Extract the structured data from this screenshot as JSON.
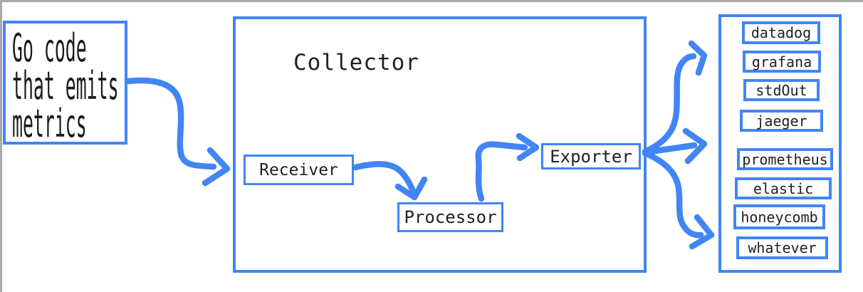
{
  "source_note": {
    "lines": [
      "Go code",
      "that emits",
      "metrics"
    ]
  },
  "collector": {
    "title": "Collector",
    "receiver": "Receiver",
    "processor": "Processor",
    "exporter": "Exporter"
  },
  "destinations": [
    {
      "label": "datadog"
    },
    {
      "label": "grafana"
    },
    {
      "label": "stdOut"
    },
    {
      "label": "jaeger"
    },
    {
      "label": "prometheus"
    },
    {
      "label": "elastic"
    },
    {
      "label": "honeycomb"
    },
    {
      "label": "whatever"
    }
  ],
  "edges": [
    {
      "from": "source-note",
      "to": "collector-receiver"
    },
    {
      "from": "receiver",
      "to": "processor"
    },
    {
      "from": "processor",
      "to": "exporter"
    },
    {
      "from": "exporter",
      "to": "destinations-top-group"
    },
    {
      "from": "exporter",
      "to": "destinations-middle-group"
    },
    {
      "from": "exporter",
      "to": "destinations-bottom-group"
    }
  ],
  "colors": {
    "accent_blue": "#4285f4",
    "text": "#202124",
    "frame_gray": "#a9a9a9",
    "background": "#ffffff"
  }
}
